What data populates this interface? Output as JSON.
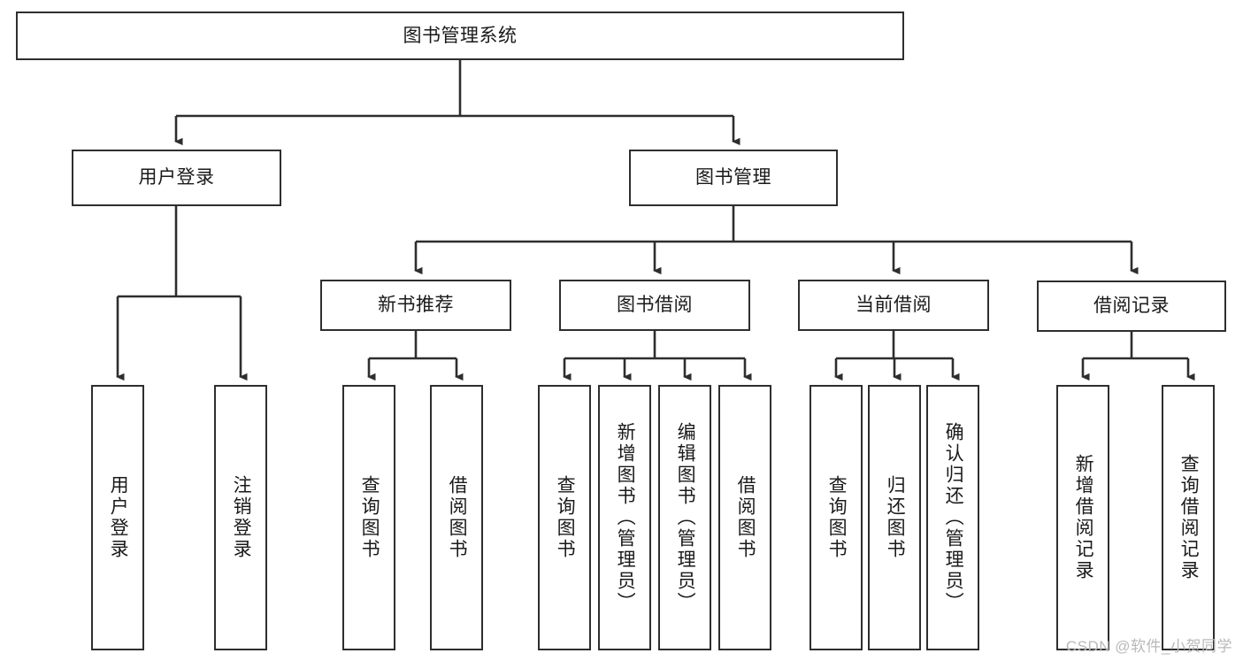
{
  "diagram": {
    "type": "tree-hierarchy",
    "title": "图书管理系统",
    "orientation": "top-down",
    "style": {
      "box_stroke": "#2e2e2e",
      "box_fill": "#ffffff",
      "connector_stroke": "#2e2e2e",
      "text_color": "#1a1a1a",
      "background": "#ffffff",
      "watermark_color": "#b9b9b9"
    },
    "levels": {
      "root": {
        "label": "图书管理系统"
      },
      "level2": [
        {
          "label": "用户登录"
        },
        {
          "label": "图书管理"
        }
      ],
      "level3": [
        {
          "label": "新书推荐"
        },
        {
          "label": "图书借阅"
        },
        {
          "label": "当前借阅"
        },
        {
          "label": "借阅记录"
        }
      ],
      "leaves": {
        "user_login": [
          {
            "label": "用户登录"
          },
          {
            "label": "注销登录"
          }
        ],
        "new_book_recommend": [
          {
            "label": "查询图书"
          },
          {
            "label": "借阅图书"
          }
        ],
        "book_borrow": [
          {
            "label": "查询图书"
          },
          {
            "label": "新增图书（管理员）"
          },
          {
            "label": "编辑图书（管理员）"
          },
          {
            "label": "借阅图书"
          }
        ],
        "current_borrow": [
          {
            "label": "查询图书"
          },
          {
            "label": "归还图书"
          },
          {
            "label": "确认归还（管理员）"
          }
        ],
        "borrow_record": [
          {
            "label": "新增借阅记录"
          },
          {
            "label": "查询借阅记录"
          }
        ]
      }
    }
  },
  "watermark": {
    "text": "CSDN @软件_小贺同学"
  }
}
